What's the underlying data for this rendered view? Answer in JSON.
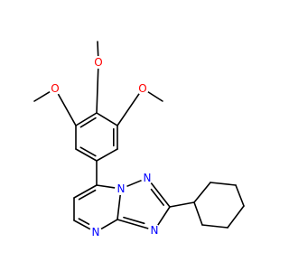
{
  "molecule": {
    "atoms": [
      {
        "id": "O_top",
        "symbol": "O",
        "color": "#ff0000"
      },
      {
        "id": "O_left",
        "symbol": "O",
        "color": "#ff0000"
      },
      {
        "id": "O_right",
        "symbol": "O",
        "color": "#ff0000"
      },
      {
        "id": "N1",
        "symbol": "N",
        "color": "#0000ff"
      },
      {
        "id": "N2",
        "symbol": "N",
        "color": "#0000ff"
      },
      {
        "id": "N3",
        "symbol": "N",
        "color": "#0000ff"
      },
      {
        "id": "N4",
        "symbol": "N",
        "color": "#0000ff"
      }
    ]
  }
}
